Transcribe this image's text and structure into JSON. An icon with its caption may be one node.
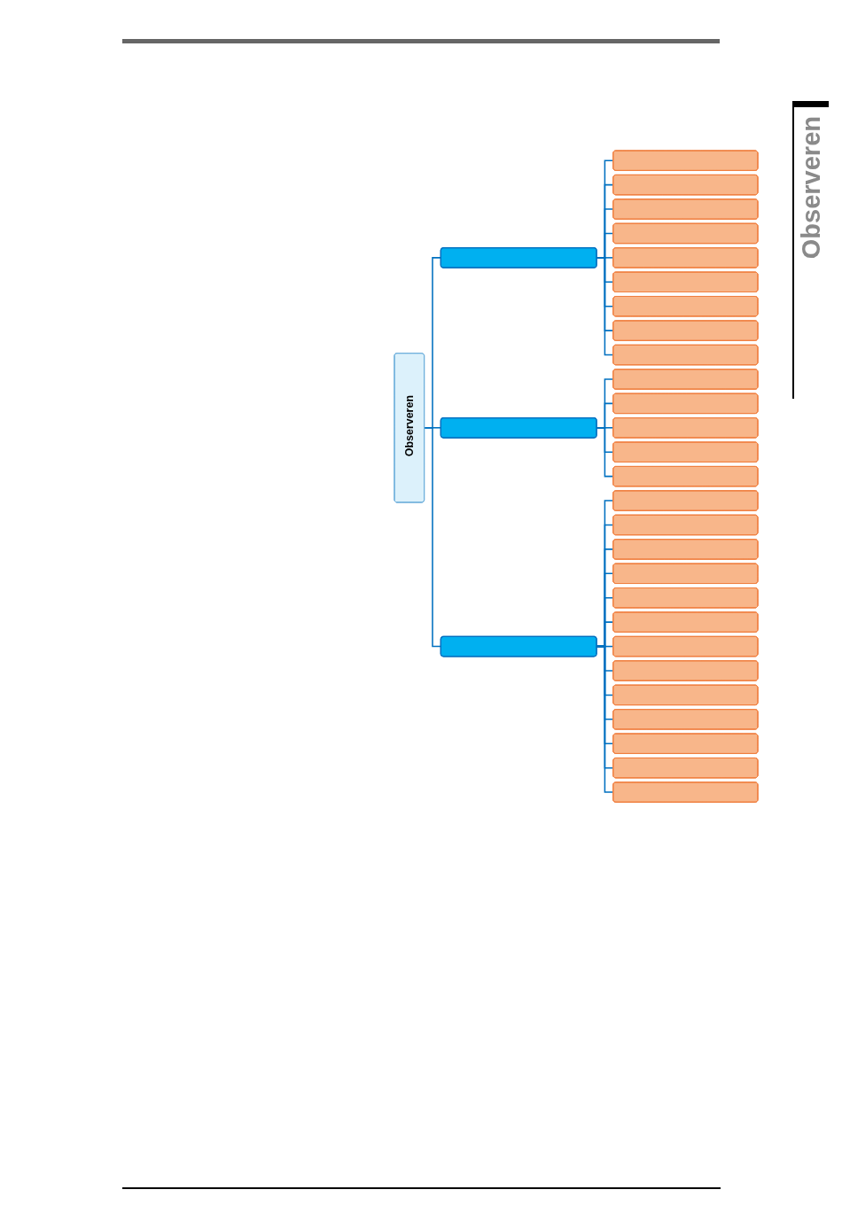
{
  "diagram": {
    "nodes": [
      {
        "text": [
          "Observeren"
        ]
      },
      {
        "text": [],
        "shape": "box"
      },
      {
        "text": [],
        "shape": "box"
      },
      {
        "text": [],
        "shape": "box"
      },
      {
        "text": [],
        "shape": "box"
      },
      {
        "text": [],
        "shape": "box"
      },
      {
        "text": [],
        "shape": "box"
      },
      {
        "text": [],
        "shape": "box"
      },
      {
        "text": [],
        "shape": "box"
      },
      {
        "text": [],
        "shape": "box"
      },
      {
        "text": [],
        "shape": "box"
      },
      {
        "text": [],
        "shape": "box"
      },
      {
        "text": [],
        "shape": "box"
      },
      {
        "text": [],
        "shape": "box"
      },
      {
        "text": [],
        "shape": "box"
      },
      {
        "text": [],
        "shape": "box"
      },
      {
        "text": [],
        "shape": "box"
      },
      {
        "text": [],
        "shape": "box"
      },
      {
        "text": [],
        "shape": "box"
      },
      {
        "text": [],
        "shape": "box"
      },
      {
        "text": [],
        "shape": "box"
      },
      {
        "text": [],
        "shape": "box"
      },
      {
        "text": [],
        "shape": "box"
      },
      {
        "text": [],
        "shape": "box"
      },
      {
        "text": [],
        "shape": "box"
      },
      {
        "text": [],
        "shape": "box"
      },
      {
        "text": [],
        "shape": "box"
      },
      {
        "text": [],
        "shape": "box"
      },
      {
        "text": [],
        "shape": "box"
      },
      {
        "text": [],
        "shape": "box"
      },
      {
        "text": [],
        "shape": "box"
      }
    ],
    "edges": [
      {
        "from": 0,
        "to": 1,
        "arrow": "none"
      },
      {
        "from": 1,
        "to": 2,
        "arrow": "none"
      },
      {
        "from": 1,
        "to": 3,
        "arrow": "none"
      },
      {
        "from": 1,
        "to": 4,
        "arrow": "none"
      },
      {
        "from": 1,
        "to": 5,
        "arrow": "none"
      },
      {
        "from": 1,
        "to": 6,
        "arrow": "none"
      },
      {
        "from": 1,
        "to": 7,
        "arrow": "none"
      },
      {
        "from": 1,
        "to": 8,
        "arrow": "none"
      },
      {
        "from": 1,
        "to": 9,
        "arrow": "none"
      },
      {
        "from": 1,
        "to": 10,
        "arrow": "none"
      },
      {
        "from": 0,
        "to": 11,
        "arrow": "none"
      },
      {
        "from": 11,
        "to": 12,
        "arrow": "none"
      },
      {
        "from": 11,
        "to": 13,
        "arrow": "none"
      },
      {
        "from": 11,
        "to": 14,
        "arrow": "none"
      },
      {
        "from": 11,
        "to": 15,
        "arrow": "none"
      },
      {
        "from": 11,
        "to": 16,
        "arrow": "none"
      },
      {
        "from": 0,
        "to": 17,
        "arrow": "none"
      },
      {
        "from": 17,
        "to": 18,
        "arrow": "none"
      },
      {
        "from": 17,
        "to": 19,
        "arrow": "none"
      },
      {
        "from": 17,
        "to": 20,
        "arrow": "none"
      },
      {
        "from": 17,
        "to": 21,
        "arrow": "none"
      },
      {
        "from": 17,
        "to": 22,
        "arrow": "none"
      },
      {
        "from": 17,
        "to": 23,
        "arrow": "none"
      },
      {
        "from": 17,
        "to": 24,
        "arrow": "none"
      },
      {
        "from": 17,
        "to": 25,
        "arrow": "none"
      },
      {
        "from": 17,
        "to": 26,
        "arrow": "none"
      },
      {
        "from": 17,
        "to": 27,
        "arrow": "none"
      },
      {
        "from": 17,
        "to": 28,
        "arrow": "none"
      },
      {
        "from": 17,
        "to": 29,
        "arrow": "none"
      },
      {
        "from": 17,
        "to": 30,
        "arrow": "none"
      }
    ],
    "labels": [
      "Observeren"
    ]
  }
}
